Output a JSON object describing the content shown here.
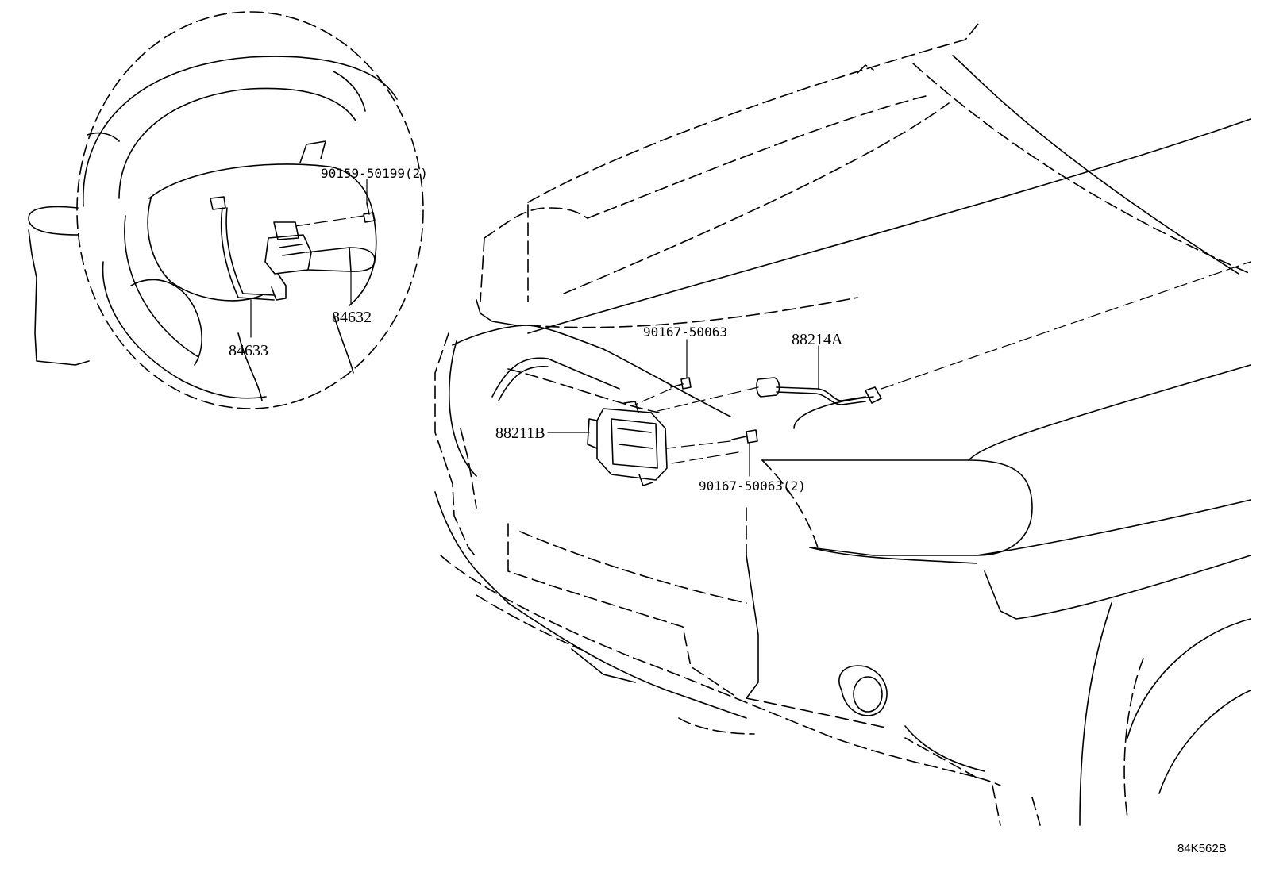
{
  "diagram": {
    "parts": {
      "screw_upper": "90159-50199(2)",
      "switch_assy": "84632",
      "wire_harness": "84633",
      "bolt_upper": "90167-50063",
      "sensor_wire": "88214A",
      "sensor_unit": "88211B",
      "bolt_lower": "90167-50063(2)"
    },
    "figure_code": "84K562B"
  }
}
